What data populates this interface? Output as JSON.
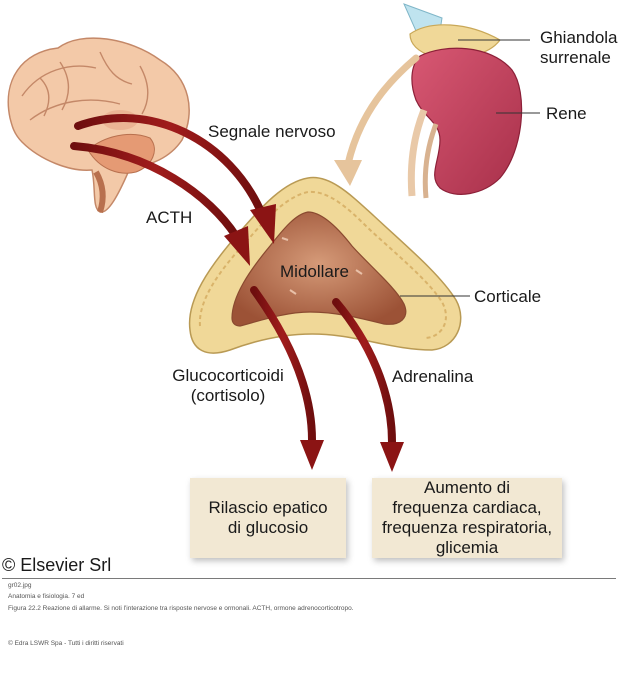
{
  "labels": {
    "ghiandola_line1": "Ghiandola",
    "ghiandola_line2": "surrenale",
    "rene": "Rene",
    "segnale_nervoso": "Segnale nervoso",
    "acth": "ACTH",
    "midollare": "Midollare",
    "corticale": "Corticale",
    "glucocorticoidi_line1": "Glucocorticoidi",
    "glucocorticoidi_line2": "(cortisolo)",
    "adrenalina": "Adrenalina"
  },
  "boxes": {
    "left_line1": "Rilascio epatico",
    "left_line2": "di glucosio",
    "right_line1": "Aumento di",
    "right_line2": "frequenza cardiaca,",
    "right_line3": "frequenza respiratoria,",
    "right_line4": "glicemia"
  },
  "footer": {
    "copyright": "© Elsevier Srl",
    "filename": "gr02.jpg",
    "book": "Anatomia e fisiologia. 7 ed",
    "caption": "Figura 22.2 Reazione di allarme. Si noti l'interazione tra risposte nervose e ormonali. ACTH, ormone adrenocorticotropo.",
    "rights": "© Edra LSWR Spa - Tutti i diritti riservati"
  },
  "colors": {
    "arrow": "#8b1414",
    "kidney": "#c4425c",
    "adrenal_capsule": "#f0d898",
    "medulla": "#b46a4a",
    "box_fill": "#f2e8d3"
  }
}
